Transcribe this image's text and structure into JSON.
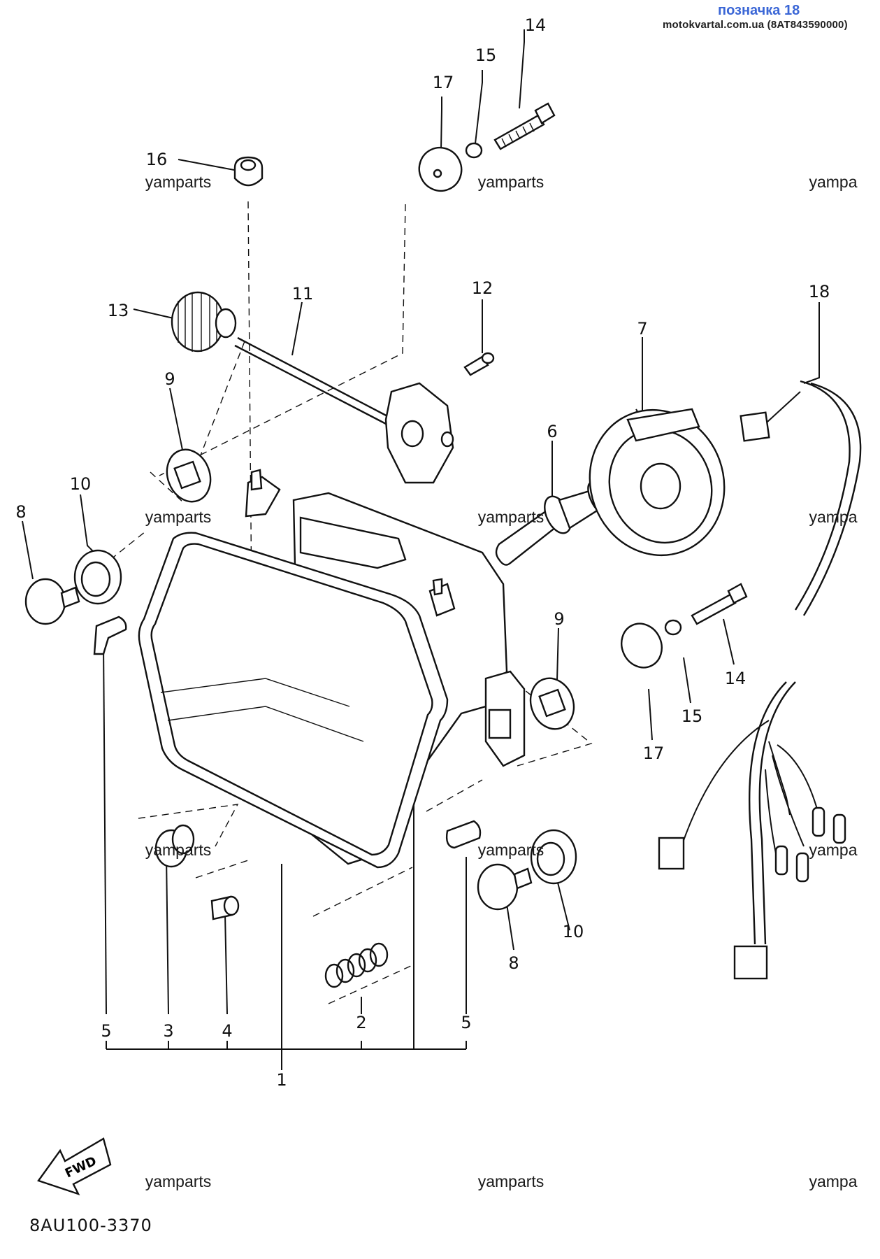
{
  "header": {
    "title": "позначка 18",
    "source": "motokvartal.com.ua (8AT843590000)"
  },
  "diagram": {
    "code": "8AU100-3370",
    "fwd_label": "FWD",
    "watermarks": [
      "yamparts",
      "yamparts",
      "yampa",
      "yamparts",
      "yamparts",
      "yampa",
      "yamparts",
      "yamparts",
      "yampa",
      "yamparts",
      "yamparts",
      "yampa"
    ],
    "callouts": [
      "14",
      "15",
      "17",
      "16",
      "13",
      "11",
      "12",
      "18",
      "7",
      "9",
      "6",
      "10",
      "8",
      "9",
      "14",
      "15",
      "17",
      "5",
      "3",
      "4",
      "2",
      "5",
      "1",
      "8",
      "10"
    ]
  }
}
